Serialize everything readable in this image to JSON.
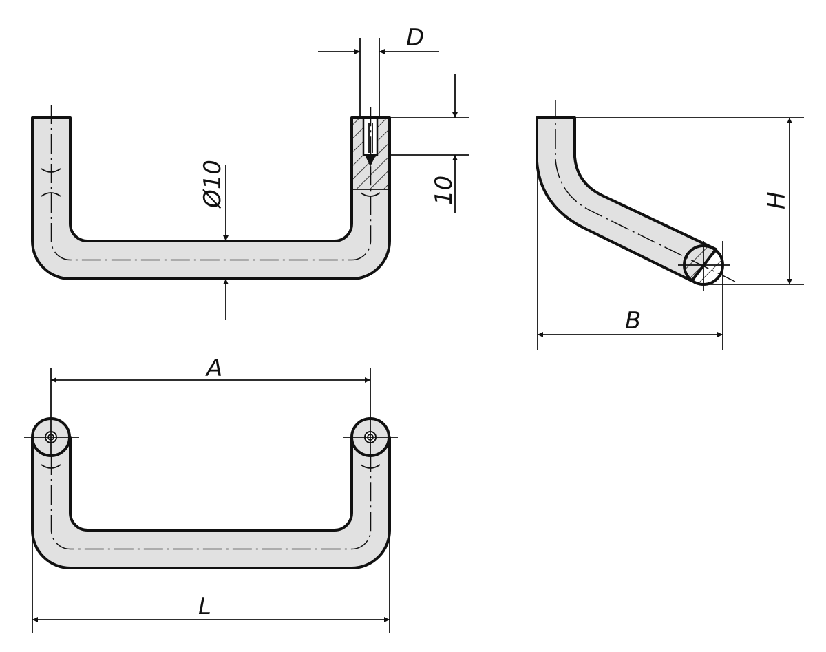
{
  "drawing": {
    "fill_color": "#e1e1e1",
    "line_color": "#111111",
    "labels": {
      "d": "D",
      "depth": "10",
      "diameter": "Ø10",
      "h": "H",
      "b": "B",
      "a": "A",
      "l": "L"
    }
  }
}
